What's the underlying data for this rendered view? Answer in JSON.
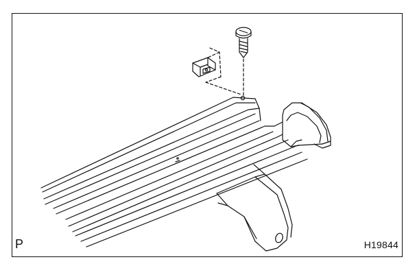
{
  "figure": {
    "view_code": "P",
    "figure_code": "H19844"
  },
  "parts": [
    "bolt-icon",
    "clip-nut-icon",
    "rail-assembly",
    "bracket"
  ]
}
